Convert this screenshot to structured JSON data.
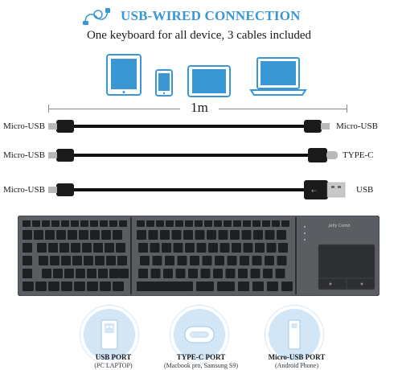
{
  "header": {
    "title": "USB-WIRED CONNECTION",
    "subtitle": "One keyboard for all device, 3 cables included",
    "usb_icon": "usb-cable-icon"
  },
  "devices": [
    "tablet-icon",
    "phone-icon",
    "tablet-landscape-icon",
    "laptop-icon"
  ],
  "ruler": {
    "label": "1m"
  },
  "cables": [
    {
      "left_label": "Micro-USB",
      "right_label": "Micro-USB"
    },
    {
      "left_label": "Micro-USB",
      "right_label": "TYPE-C"
    },
    {
      "left_label": "Micro-USB",
      "right_label": "USB"
    }
  ],
  "keyboard": {
    "brand": "Jelly Comb"
  },
  "ports": [
    {
      "title": "USB PORT",
      "subtitle": "(PC LAPTOP)"
    },
    {
      "title": "TYPE-C PORT",
      "subtitle": "(Macbook pro, Samsung S9)"
    },
    {
      "title": "Micro-USB PORT",
      "subtitle": "(Android Phone)"
    }
  ],
  "colors": {
    "accent": "#3a97d4",
    "port_bg": "#d3e6f6",
    "keyboard": "#5a5d62"
  }
}
